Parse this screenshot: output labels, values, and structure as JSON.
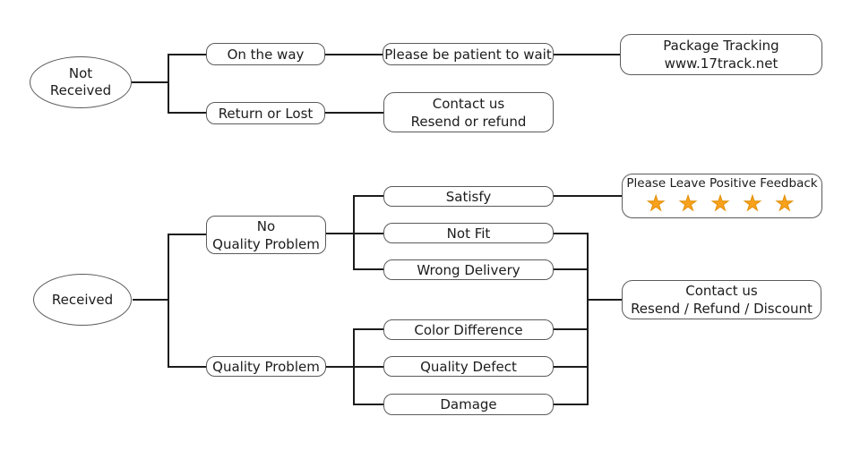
{
  "colors": {
    "background": "#ffffff",
    "connector_line": "#1c1c1c",
    "node_border": "#5b5b5b",
    "node_fill": "#ffffff",
    "text": "#1c1c1c",
    "star_orange": "#f9a11c"
  },
  "not_received_flow": {
    "root_line1": "Not",
    "root_line2": "Received",
    "on_the_way": "On the way",
    "please_wait": "Please be patient to wait",
    "package_tracking_line1": "Package Tracking",
    "package_tracking_line2": "www.17track.net",
    "return_or_lost": "Return or Lost",
    "contact_line1": "Contact us",
    "contact_line2": "Resend or refund"
  },
  "received_flow": {
    "root": "Received",
    "no_quality_problem_line1": "No",
    "no_quality_problem_line2": "Quality Problem",
    "satisfy": "Satisfy",
    "not_fit": "Not Fit",
    "wrong_delivery": "Wrong Delivery",
    "feedback_title": "Please Leave Positive Feedback",
    "feedback_stars": "★ ★ ★ ★ ★",
    "quality_problem": "Quality Problem",
    "color_difference": "Color Difference",
    "quality_defect": "Quality Defect",
    "damage": "Damage",
    "contact_line1": "Contact us",
    "contact_line2": "Resend / Refund / Discount"
  }
}
